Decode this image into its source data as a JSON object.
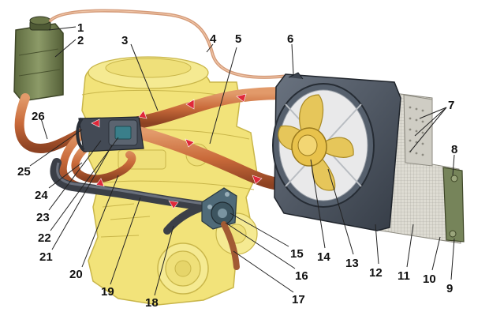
{
  "callouts": {
    "n1": "1",
    "n2": "2",
    "n3": "3",
    "n4": "4",
    "n5": "5",
    "n6": "6",
    "n7": "7",
    "n8": "8",
    "n9": "9",
    "n10": "10",
    "n11": "11",
    "n12": "12",
    "n13": "13",
    "n14": "14",
    "n15": "15",
    "n16": "16",
    "n17": "17",
    "n18": "18",
    "n19": "19",
    "n20": "20",
    "n21": "21",
    "n22": "22",
    "n23": "23",
    "n24": "24",
    "n25": "25",
    "n26": "26"
  },
  "colors": {
    "engine": "#f2e37a",
    "engine_outline": "#c9b64a",
    "hose": "#c96a3a",
    "hose_dark": "#8d4222",
    "flow_arrow": "#e0283a",
    "tank": "#7d8a5b",
    "radiator_core": "#d9d7cf",
    "radiator_frame": "#6f7565",
    "shroud": "#4a5360",
    "fan": "#e6c65a"
  }
}
